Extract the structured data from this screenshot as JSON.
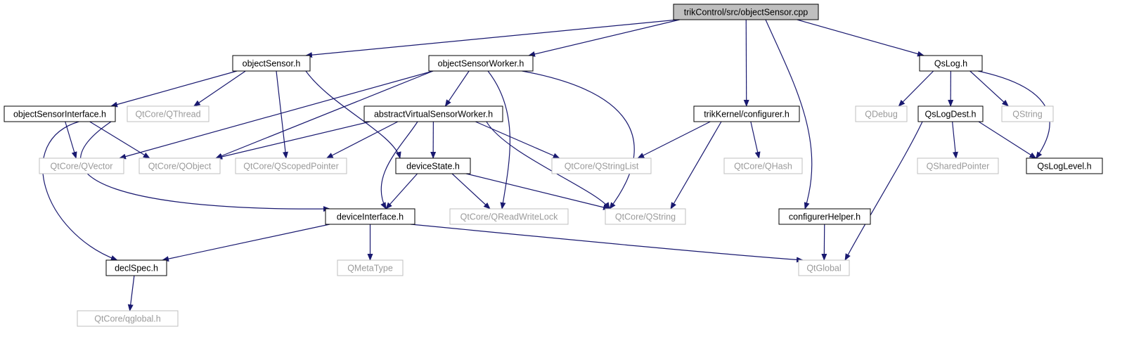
{
  "colors": {
    "edge": "#191970",
    "root_fill": "#bfbfbf",
    "local_border": "#000000",
    "external_border": "#bfbfbf",
    "external_text": "#9a9a9a",
    "local_text": "#000000"
  },
  "nodes": [
    {
      "id": "root",
      "label": "trikControl/src/objectSensor.cpp",
      "kind": "root"
    },
    {
      "id": "objectSensor_h",
      "label": "objectSensor.h",
      "kind": "local"
    },
    {
      "id": "objectSensorWorker_h",
      "label": "objectSensorWorker.h",
      "kind": "local"
    },
    {
      "id": "configurer_h",
      "label": "trikKernel/configurer.h",
      "kind": "local"
    },
    {
      "id": "QsLog_h",
      "label": "QsLog.h",
      "kind": "local"
    },
    {
      "id": "objectSensorInterface_h",
      "label": "objectSensorInterface.h",
      "kind": "local"
    },
    {
      "id": "QThread",
      "label": "QtCore/QThread",
      "kind": "external"
    },
    {
      "id": "abstractVirtualSensorWorker_h",
      "label": "abstractVirtualSensorWorker.h",
      "kind": "local"
    },
    {
      "id": "QDebug",
      "label": "QDebug",
      "kind": "external"
    },
    {
      "id": "QsLogDest_h",
      "label": "QsLogDest.h",
      "kind": "local"
    },
    {
      "id": "QString_plain",
      "label": "QString",
      "kind": "external"
    },
    {
      "id": "QVector",
      "label": "QtCore/QVector",
      "kind": "external"
    },
    {
      "id": "QObject",
      "label": "QtCore/QObject",
      "kind": "external"
    },
    {
      "id": "QScopedPointer",
      "label": "QtCore/QScopedPointer",
      "kind": "external"
    },
    {
      "id": "deviceState_h",
      "label": "deviceState.h",
      "kind": "local"
    },
    {
      "id": "QStringList",
      "label": "QtCore/QStringList",
      "kind": "external"
    },
    {
      "id": "QHash",
      "label": "QtCore/QHash",
      "kind": "external"
    },
    {
      "id": "QSharedPointer",
      "label": "QSharedPointer",
      "kind": "external"
    },
    {
      "id": "QsLogLevel_h",
      "label": "QsLogLevel.h",
      "kind": "local"
    },
    {
      "id": "deviceInterface_h",
      "label": "deviceInterface.h",
      "kind": "local"
    },
    {
      "id": "QReadWriteLock",
      "label": "QtCore/QReadWriteLock",
      "kind": "external"
    },
    {
      "id": "QString",
      "label": "QtCore/QString",
      "kind": "external"
    },
    {
      "id": "configurerHelper_h",
      "label": "configurerHelper.h",
      "kind": "local"
    },
    {
      "id": "declSpec_h",
      "label": "declSpec.h",
      "kind": "local"
    },
    {
      "id": "QMetaType",
      "label": "QMetaType",
      "kind": "external"
    },
    {
      "id": "QtGlobal",
      "label": "QtGlobal",
      "kind": "external"
    },
    {
      "id": "qglobal_h",
      "label": "QtCore/qglobal.h",
      "kind": "external"
    }
  ],
  "edges": [
    [
      "root",
      "objectSensor_h"
    ],
    [
      "root",
      "objectSensorWorker_h"
    ],
    [
      "root",
      "configurer_h"
    ],
    [
      "root",
      "configurerHelper_h"
    ],
    [
      "root",
      "QsLog_h"
    ],
    [
      "objectSensor_h",
      "objectSensorInterface_h"
    ],
    [
      "objectSensor_h",
      "QThread"
    ],
    [
      "objectSensor_h",
      "QScopedPointer"
    ],
    [
      "objectSensor_h",
      "deviceState_h"
    ],
    [
      "objectSensorWorker_h",
      "QVector"
    ],
    [
      "objectSensorWorker_h",
      "QObject"
    ],
    [
      "objectSensorWorker_h",
      "abstractVirtualSensorWorker_h"
    ],
    [
      "objectSensorWorker_h",
      "QReadWriteLock"
    ],
    [
      "objectSensorWorker_h",
      "QString"
    ],
    [
      "objectSensorInterface_h",
      "QVector"
    ],
    [
      "objectSensorInterface_h",
      "QObject"
    ],
    [
      "objectSensorInterface_h",
      "deviceInterface_h"
    ],
    [
      "objectSensorInterface_h",
      "declSpec_h"
    ],
    [
      "abstractVirtualSensorWorker_h",
      "QObject"
    ],
    [
      "abstractVirtualSensorWorker_h",
      "QScopedPointer"
    ],
    [
      "abstractVirtualSensorWorker_h",
      "deviceState_h"
    ],
    [
      "abstractVirtualSensorWorker_h",
      "QStringList"
    ],
    [
      "abstractVirtualSensorWorker_h",
      "deviceInterface_h"
    ],
    [
      "abstractVirtualSensorWorker_h",
      "QString"
    ],
    [
      "deviceState_h",
      "deviceInterface_h"
    ],
    [
      "deviceState_h",
      "QReadWriteLock"
    ],
    [
      "deviceState_h",
      "QString"
    ],
    [
      "configurer_h",
      "QStringList"
    ],
    [
      "configurer_h",
      "QHash"
    ],
    [
      "configurer_h",
      "QString"
    ],
    [
      "QsLog_h",
      "QDebug"
    ],
    [
      "QsLog_h",
      "QsLogDest_h"
    ],
    [
      "QsLog_h",
      "QString_plain"
    ],
    [
      "QsLog_h",
      "QsLogLevel_h"
    ],
    [
      "QsLogDest_h",
      "QSharedPointer"
    ],
    [
      "QsLogDest_h",
      "QsLogLevel_h"
    ],
    [
      "QsLogDest_h",
      "QtGlobal"
    ],
    [
      "deviceInterface_h",
      "declSpec_h"
    ],
    [
      "deviceInterface_h",
      "QMetaType"
    ],
    [
      "deviceInterface_h",
      "QtGlobal"
    ],
    [
      "configurerHelper_h",
      "QtGlobal"
    ],
    [
      "declSpec_h",
      "qglobal_h"
    ]
  ]
}
